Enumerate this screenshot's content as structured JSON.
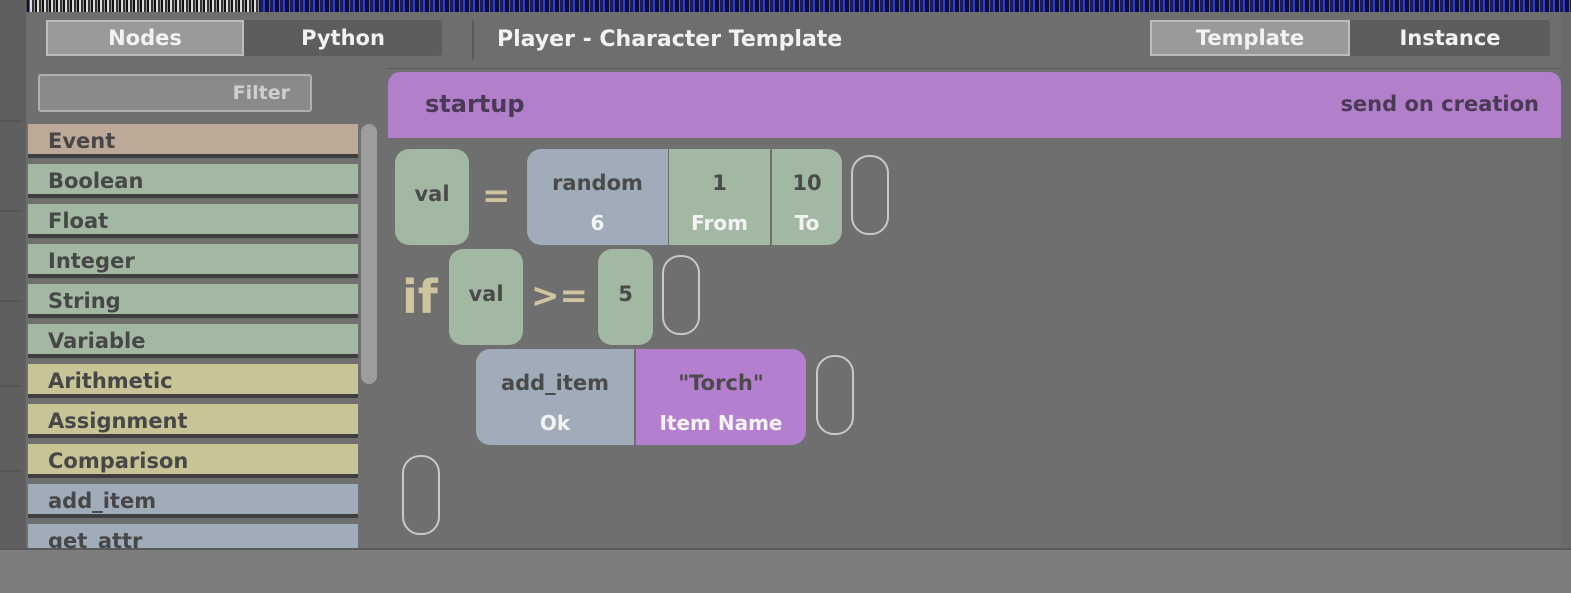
{
  "header": {
    "mode_tabs": [
      "Nodes",
      "Python"
    ],
    "active_mode": "Nodes",
    "title": "Player - Character Template",
    "view_tabs": [
      "Template",
      "Instance"
    ],
    "active_view": "Template"
  },
  "sidebar": {
    "filter_placeholder": "Filter",
    "categories": [
      {
        "label": "Event",
        "color": "#bda998"
      },
      {
        "label": "Boolean",
        "color": "#a3b8a3"
      },
      {
        "label": "Float",
        "color": "#a3b8a3"
      },
      {
        "label": "Integer",
        "color": "#a3b8a3"
      },
      {
        "label": "String",
        "color": "#a3b8a3"
      },
      {
        "label": "Variable",
        "color": "#a3b8a3"
      },
      {
        "label": "Arithmetic",
        "color": "#c9c496"
      },
      {
        "label": "Assignment",
        "color": "#c9c496"
      },
      {
        "label": "Comparison",
        "color": "#c9c496"
      },
      {
        "label": "add_item",
        "color": "#a1acba"
      },
      {
        "label": "get_attr",
        "color": "#a1acba"
      }
    ]
  },
  "event": {
    "name": "startup",
    "subtitle": "send on creation",
    "color": "#b27fcb"
  },
  "script": {
    "assign_var": "val",
    "assign_op": "=",
    "random_fn": "random",
    "random_result": "6",
    "random_from_value": "1",
    "random_from_label": "From",
    "random_to_value": "10",
    "random_to_label": "To",
    "if_keyword": "if",
    "cond_var": "val",
    "cond_op": ">=",
    "cond_value": "5",
    "action_fn": "add_item",
    "action_result": "Ok",
    "action_arg_value": "\"Torch\"",
    "action_arg_label": "Item Name"
  }
}
